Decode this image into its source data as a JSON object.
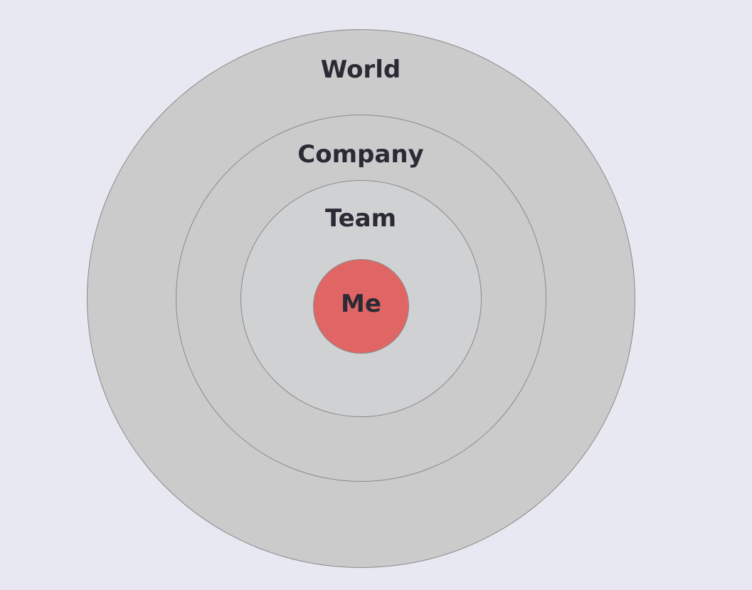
{
  "diagram": {
    "type": "concentric-circles",
    "colors": {
      "background": "#e8e8f2",
      "outer_rings": "#cbcbcb",
      "inner_ring": "#d0d1d3",
      "center": "#e06666",
      "stroke": "#8a8a8a",
      "text": "#2b2a35"
    },
    "rings": [
      {
        "label": "World"
      },
      {
        "label": "Company"
      },
      {
        "label": "Team"
      },
      {
        "label": "Me"
      }
    ]
  }
}
